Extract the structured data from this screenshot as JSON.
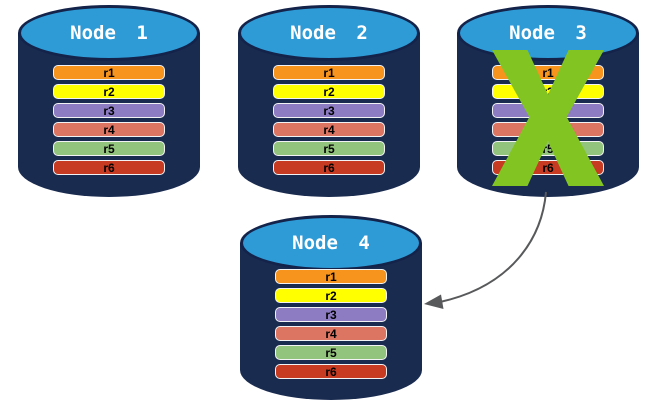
{
  "colors": {
    "background": "#FFFFFF",
    "cylinder_body": "#1A2B50",
    "cylinder_top": "#2E9AD6",
    "cylinder_outline": "#13234A",
    "row_border": "#F2F2F4",
    "row_text": "#000000",
    "title_text": "#FFFFFF",
    "failure_x": "#82C422",
    "arrow": "#58595B"
  },
  "rows": [
    {
      "label": "r1",
      "color": "#F7941D"
    },
    {
      "label": "r2",
      "color": "#FFFF00"
    },
    {
      "label": "r3",
      "color": "#8E7CC3"
    },
    {
      "label": "r4",
      "color": "#DD7563"
    },
    {
      "label": "r5",
      "color": "#93C47D"
    },
    {
      "label": "r6",
      "color": "#C63B22"
    }
  ],
  "nodes": [
    {
      "label": "Node 1",
      "failed": false
    },
    {
      "label": "Node 2",
      "failed": false
    },
    {
      "label": "Node 3",
      "failed": true
    },
    {
      "label": "Node 4",
      "failed": false
    }
  ],
  "arrow": {
    "from": "Node 3",
    "to": "Node 4"
  }
}
